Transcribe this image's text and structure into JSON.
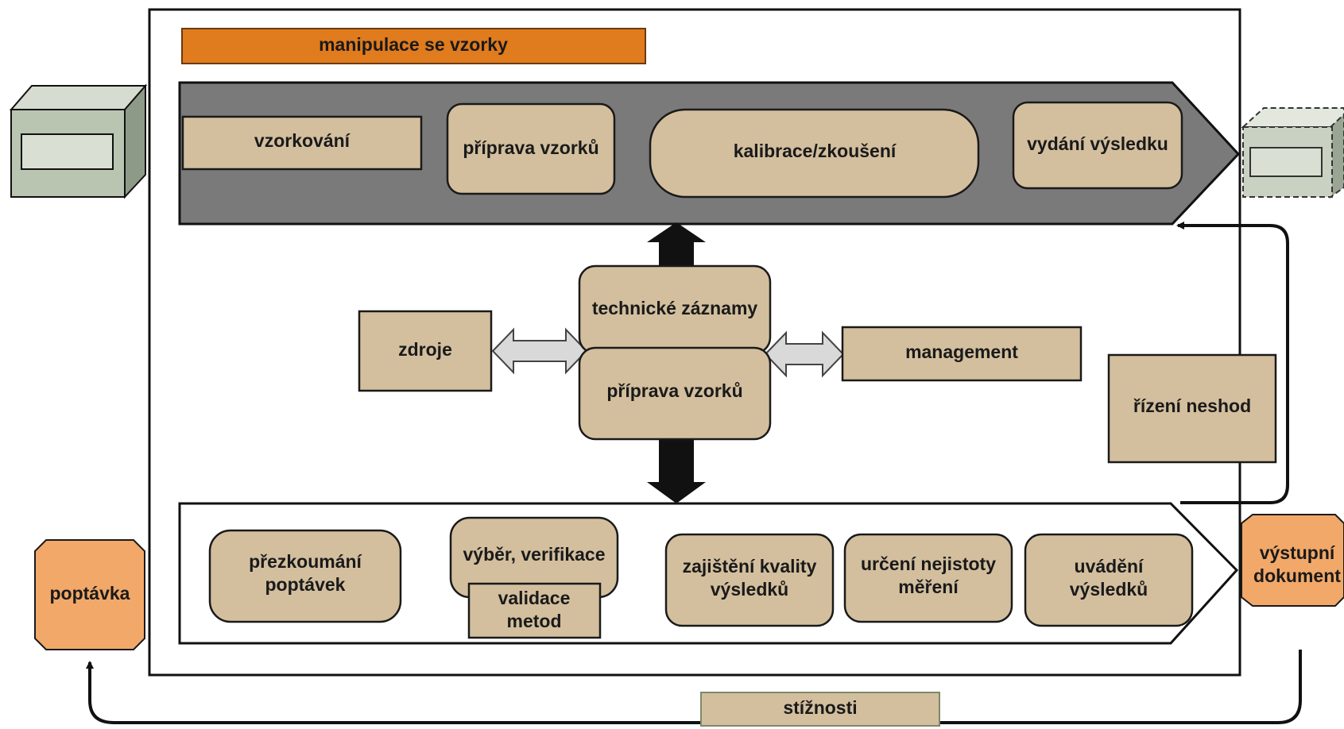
{
  "header": {
    "label": "manipulace se vzorky"
  },
  "top_process": {
    "steps": [
      "vzorkování",
      "příprava vzorků",
      "kalibrace/zkoušení",
      "vydání výsledku"
    ]
  },
  "center": {
    "technical_records": "technické záznamy",
    "sample_prep": "příprava vzorků",
    "resources": "zdroje",
    "management": "management"
  },
  "nonconformity": "řízení neshod",
  "bottom_process": {
    "review": [
      "přezkoumání",
      "poptávek"
    ],
    "method_selection": "výběr, verifikace",
    "method_validation": [
      "validace",
      "metod"
    ],
    "quality": [
      "zajištění kvality",
      "výsledků"
    ],
    "uncertainty": [
      "určení nejistoty",
      "měření"
    ],
    "reporting": [
      "uvádění",
      "výsledků"
    ]
  },
  "inquiry": "poptávka",
  "output_document": [
    "výstupní",
    "dokument"
  ],
  "complaints": "stížnosti",
  "colors": {
    "tan_box": "#d3bf9e",
    "orange_header": "#e07b1e",
    "light_orange": "#f2a868",
    "dark_band": "#7a7a7a",
    "machine_green": "#b9c4b1"
  }
}
